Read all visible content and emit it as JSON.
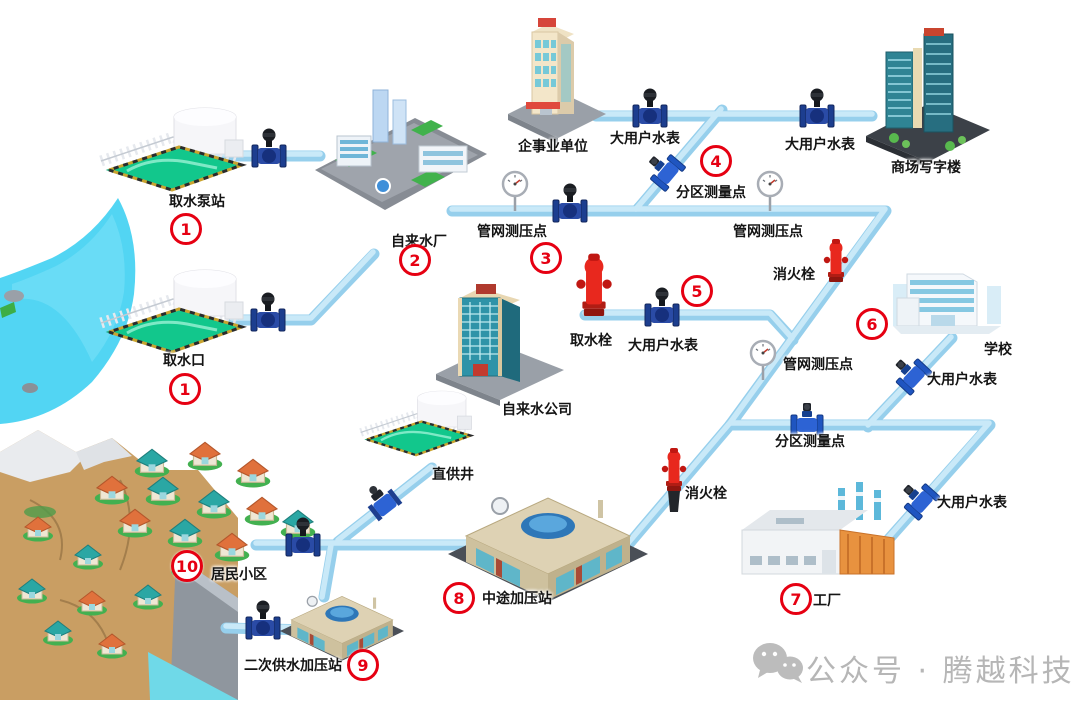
{
  "labels": {
    "intake_pump_station": "取水泵站",
    "intake_port": "取水口",
    "water_plant": "自来水厂",
    "water_company": "自来水公司",
    "enterprise_unit": "企事业单位",
    "mall_office_building": "商场写字楼",
    "school": "学校",
    "factory": "工厂",
    "residential_community": "居民小区",
    "midway_boost_station": "中途加压站",
    "secondary_boost_station": "二次供水加压站",
    "direct_supply_well": "直供井",
    "pipe_pressure_point": "管网测压点",
    "district_metering_point": "分区测量点",
    "large_user_meter": "大用户水表",
    "fire_hydrant": "消火栓",
    "intake_hydrant": "取水栓"
  },
  "numbers": {
    "n1": "1",
    "n2": "2",
    "n3": "3",
    "n4": "4",
    "n5": "5",
    "n6": "6",
    "n7": "7",
    "n8": "8",
    "n9": "9",
    "n10": "10"
  },
  "watermark": {
    "icon": "wechat-icon",
    "text": "公众号 · 腾越科技"
  },
  "colors": {
    "pipe": "#96cfec",
    "pipe_highlight": "#c9e9f8",
    "badge_red": "#e60012",
    "river": "#52d5f3",
    "valve_dark": "#1c3e8f",
    "valve_blue": "#2d63d4",
    "hydrant_red": "#e8281e",
    "watermark_gray": "#b6b6b6"
  }
}
